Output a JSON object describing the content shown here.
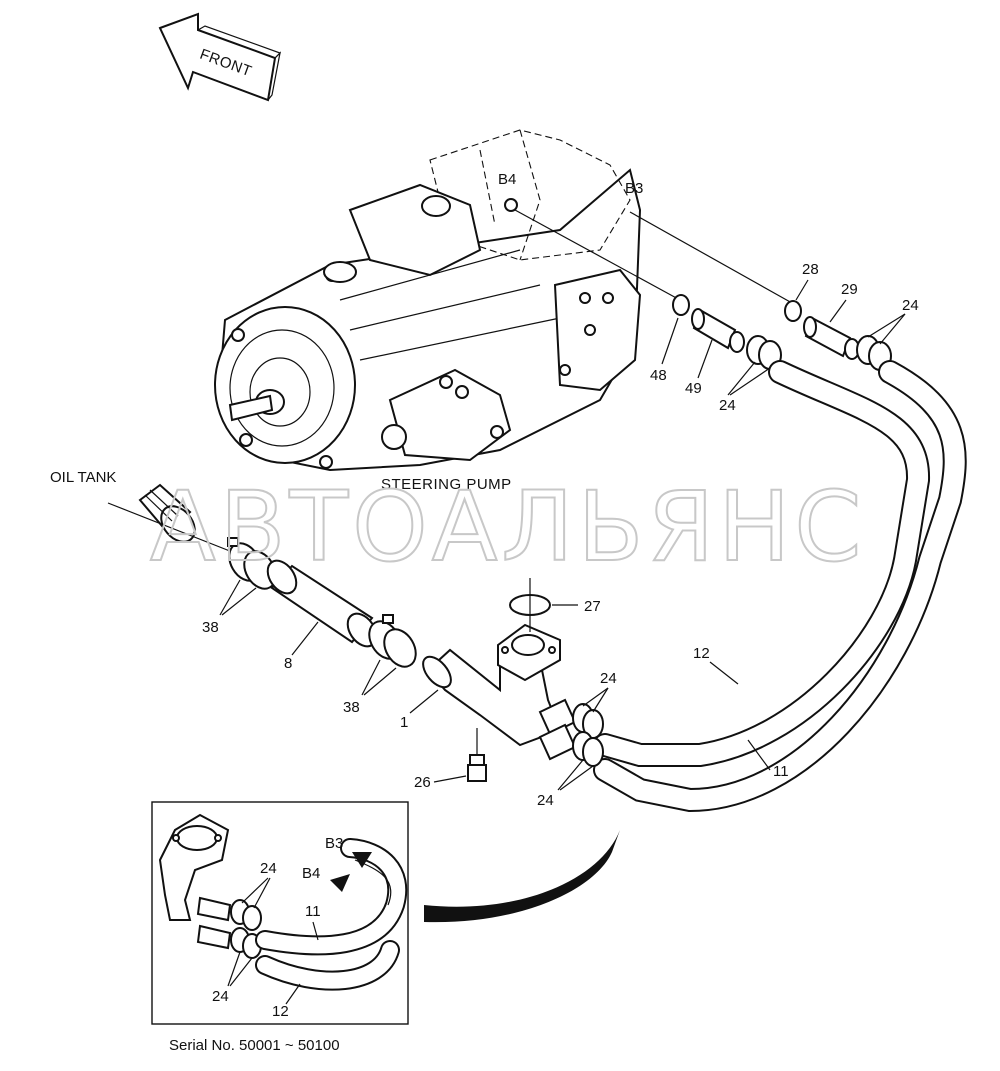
{
  "front_label": "FRONT",
  "pump_label": "STEERING PUMP",
  "oil_tank_label": "OIL TANK",
  "watermark": "АВТОАЛЬЯНС",
  "serial_text": "Serial No. 50001 ~ 50100",
  "ports": {
    "b3": "B3",
    "b4": "B4"
  },
  "callouts": {
    "c1": "1",
    "c8": "8",
    "c11": "11",
    "c12": "12",
    "c24a": "24",
    "c24b": "24",
    "c24c": "24",
    "c24d": "24",
    "c26": "26",
    "c27": "27",
    "c28": "28",
    "c29": "29",
    "c38a": "38",
    "c38b": "38",
    "c48": "48",
    "c49": "49"
  },
  "inset": {
    "b3": "B3",
    "b4": "B4",
    "c24a": "24",
    "c24b": "24",
    "c11": "11",
    "c12": "12"
  }
}
